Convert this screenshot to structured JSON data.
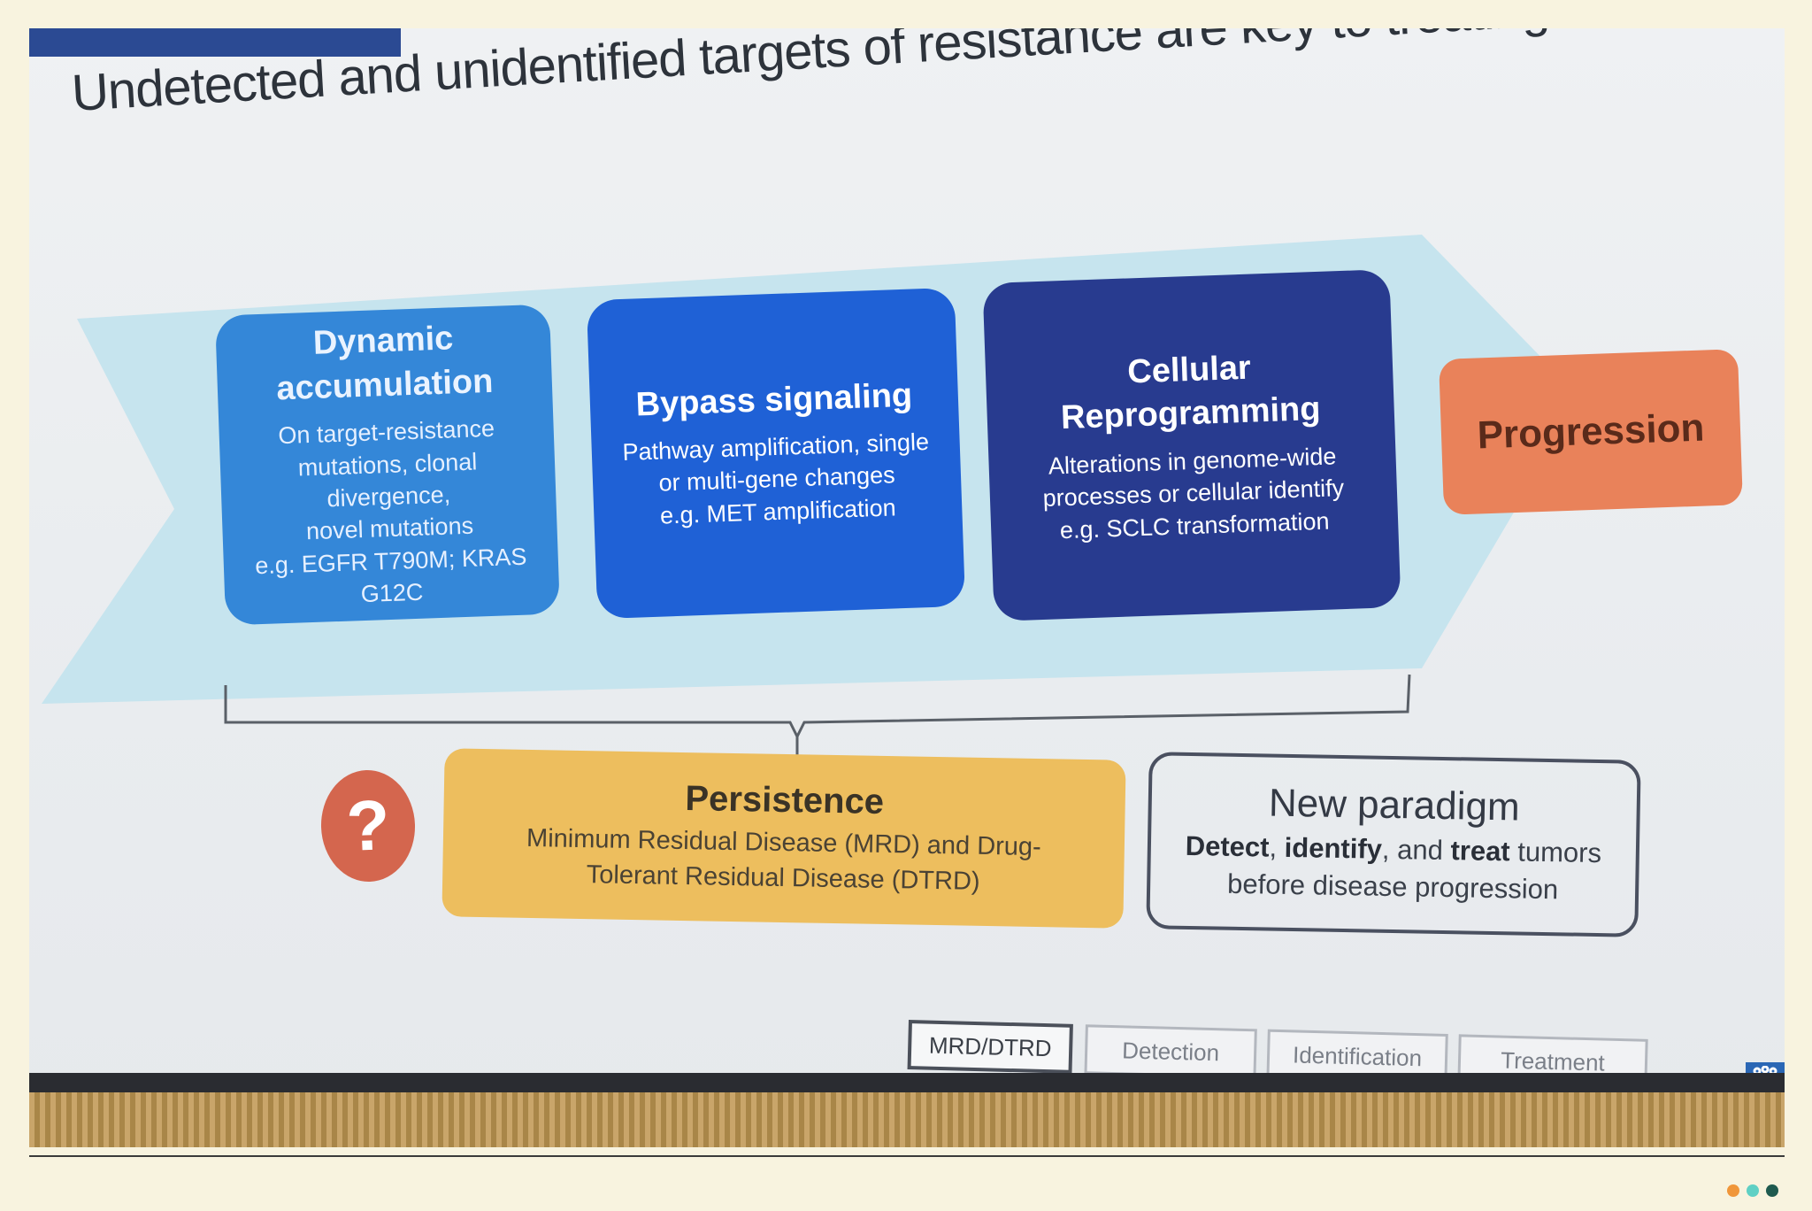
{
  "slide": {
    "title": "Undetected and unidentified targets of resistance are key to treating MRD"
  },
  "boxes": [
    {
      "title": "Dynamic accumulation",
      "lines": [
        "On target-resistance",
        "mutations, clonal divergence,",
        "novel mutations",
        "e.g. EGFR T790M; KRAS G12C"
      ]
    },
    {
      "title": "Bypass signaling",
      "lines": [
        "Pathway amplification, single",
        "or multi-gene changes",
        "e.g. MET amplification"
      ]
    },
    {
      "title": "Cellular Reprogramming",
      "lines": [
        "Alterations in genome-wide",
        "processes or cellular identify",
        "e.g. SCLC transformation"
      ]
    }
  ],
  "progression": {
    "label": "Progression"
  },
  "question": {
    "symbol": "?"
  },
  "persistence": {
    "title": "Persistence",
    "line1": "Minimum Residual Disease (MRD) and Drug-",
    "line2": "Tolerant Residual Disease (DTRD)"
  },
  "paradigm": {
    "title": "New paradigm",
    "w_detect": "Detect",
    "sep1": ", ",
    "w_identify": "identify",
    "sep2": ", and ",
    "w_treat": "treat",
    "rest": " tumors",
    "line2": "before disease progression"
  },
  "tabs": [
    {
      "label": "MRD/DTRD",
      "active": true
    },
    {
      "label": "Detection",
      "active": false
    },
    {
      "label": "Identification",
      "active": false
    },
    {
      "label": "Treatment",
      "active": false
    }
  ],
  "colors": {
    "box1": "#3487d8",
    "box2": "#1f61d6",
    "box3": "#283b8f",
    "progression": "#e9825a",
    "persistence": "#edbe5e",
    "question": "#d4664e",
    "chevron": "#c6e4ee",
    "dot1": "#f0963a",
    "dot2": "#5fd0c4",
    "dot3": "#1f5a4f"
  },
  "icons": {
    "logo": "society-figures-logo"
  }
}
